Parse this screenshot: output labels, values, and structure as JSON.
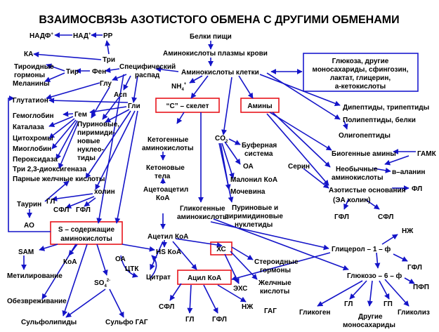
{
  "title": "ВЗАИМОСВЯЗЬ АЗОТИСТОГО ОБМЕНА С ДРУГИМИ ОБМЕНАМИ",
  "nodes": {
    "nadf": "НАДФ",
    "nadf_sup": "+",
    "nad": "НАД",
    "nad_sup": "+",
    "pp": "PP",
    "ka": "КА",
    "tri": "Три",
    "tyroid1": "Тироидные",
    "tyroid2": "гормоны",
    "melanins": "Меланины",
    "tir": "Тир",
    "fen": "Фен",
    "spec1": "Специфический",
    "spec2": "распад",
    "glu": "Глу",
    "glutathione": "Глутатион",
    "asp": "Асп",
    "gli": "Гли",
    "gemoglobin": "Гемоглобин",
    "katalaza": "Каталаза",
    "cytochromes": "Цитохромы",
    "mioglobin": "Миоглобин",
    "peroxidaza": "Пероксидаза",
    "gem": "Гем",
    "purine1": "Пуриновые,",
    "purine2": "пиримиди-",
    "purine3": "новые",
    "purine4": "нуклео-",
    "purine5": "тиды",
    "tri23": "Три 2,3-диоксигеназа",
    "bile_acids": "Парные желчные кислоты",
    "holin_left": "холин",
    "taurin": "Таурин",
    "gl_left": "ГЛ",
    "sfl_left": "СФЛ",
    "gfl_left": "ГФЛ",
    "ao": "АО",
    "belki_pishi": "Белки  пищи",
    "aa_plasma": "Аминокислоты плазмы крови",
    "aa_cell": "Аминокислоты  клетки",
    "nh4": "NH",
    "nh4_sub": "4",
    "nh4_sup": "+",
    "glucose1": "Глюкоза, другие",
    "glucose2": "моносахариды, сфингозин,",
    "glucose3": "лактат, глицерин,",
    "glucose4": "а-кетокислоты",
    "c_skeleton": "“С” – скелет",
    "aminy": "Амины",
    "dipeptidy": "Дипептиды, трипептиды",
    "polipeptidy": "Полипептиды, белки",
    "oligopeptidy": "Олигопептиды",
    "co2": "CO",
    "co2_sub": "2",
    "bufer1": "Буферная",
    "bufer2": "система",
    "oa_mid": "ОА",
    "malonil": "Малонил  КоА",
    "mochevina": "Мочевина",
    "purine_nucl1": "Пуриновые и",
    "purine_nucl2": "пиримидиновые",
    "purine_nucl3": "нуклетиды",
    "ketogen1": "Кетогенные",
    "ketogen2": "аминокислоты",
    "ketone1": "Кетоновые",
    "ketone2": "тела",
    "acetoacetyl1": "Ацетоацетил",
    "acetoacetyl2": "КоА",
    "glikogen_aa1": "Гликогенные",
    "glikogen_aa2": "аминокислоты",
    "serin": "Серин",
    "biogen": "Биогенные амины",
    "gamk": "ГАМК",
    "neobych1": "Необычные",
    "neobych2": "аминокислоты",
    "b_alanin": "в–аланин",
    "azot1": "Азотистые основания",
    "azot2": "(ЭА          холин)",
    "fl_right": "ФЛ",
    "gfl_right": "ГФЛ",
    "sfl_right": "СФЛ",
    "s_aa1": "S – содержащие",
    "s_aa2": "аминокислоты",
    "sam": "SAM",
    "koa_s": "КоА",
    "metil": "Метилирование",
    "so4": "SO",
    "so4_sub": "4",
    "so4_sup": "2-",
    "obezvr": "Обезвреживание",
    "sulfolipidy": "Сульфолипиды",
    "sulfo_gag": "Сульфо ГАГ",
    "acetyl_koa": "Ацетил КоА",
    "hs_koa": "HS КоА",
    "oa_cycle": "ОА",
    "ctk": "ЦТК",
    "citrat": "Цитрат",
    "xs": "ХС",
    "acyl_koa": "Ацил КоА",
    "steroid1": "Стероидные",
    "steroid2": "гормоны",
    "zhelch1": "Желчные",
    "zhelch2": "кислоты",
    "exs": "ЭХС",
    "sfl_bottom": "СФЛ",
    "gl_bottom1": "ГЛ",
    "gfl_bottom": "ГФЛ",
    "nzh_bottom": "НЖ",
    "gag": "ГАГ",
    "nzh_right": "НЖ",
    "glycerol": "Глицерол – 1 – ф",
    "gfl_glycerol": "ГФЛ",
    "glucose6": "Глюкозо – 6 – ф",
    "pfp": "ПФП",
    "glikogen": "Гликоген",
    "gl_bottom2": "ГЛ",
    "gp": "ГП",
    "drugie1": "Другие",
    "drugie2": "моносахариды",
    "glikoliz": "Гликолиз"
  },
  "colors": {
    "arrow": "#1414c8",
    "box_red": "#e8141c",
    "box_blue": "#1b1bcf",
    "text": "#000000"
  }
}
